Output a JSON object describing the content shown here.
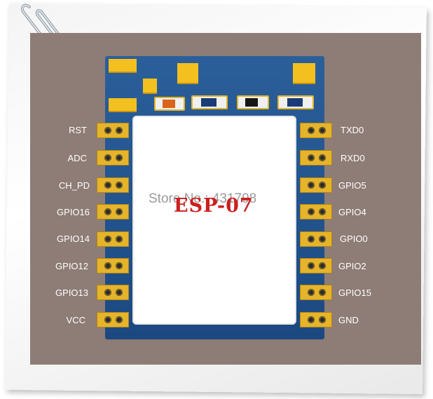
{
  "module": {
    "name": "ESP-07",
    "watermark": "Store No.: 431798"
  },
  "pins_left": [
    "RST",
    "ADC",
    "CH_PD",
    "GPIO16",
    "GPIO14",
    "GPIO12",
    "GPIO13",
    "VCC"
  ],
  "pins_right": [
    "TXD0",
    "RXD0",
    "GPIO5",
    "GPIO4",
    "GPIO0",
    "GPIO2",
    "GPIO15",
    "GND"
  ],
  "colors": {
    "panel": "#8e7c76",
    "board": "#21528c",
    "pad": "#f3c020",
    "module_name": "#cc1f1f",
    "label": "#ffffff"
  },
  "icons": [
    "paperclip-icon"
  ]
}
